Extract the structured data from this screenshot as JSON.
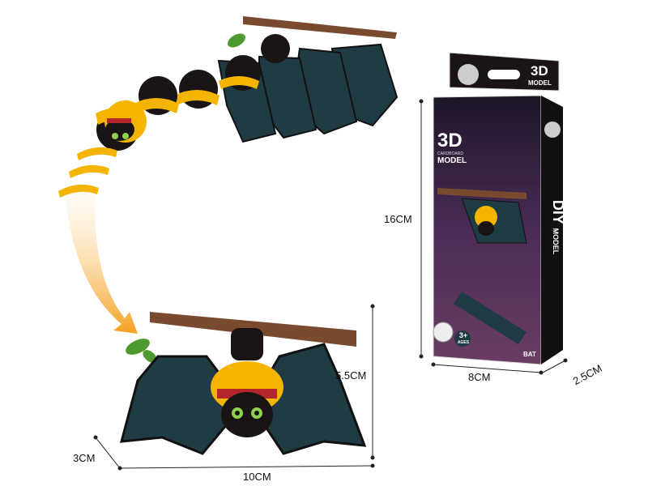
{
  "dimensions": {
    "box_height": "16CM",
    "box_width": "8CM",
    "box_depth": "2.5CM",
    "model_height": "5.5CM",
    "model_width": "10CM",
    "model_depth": "3CM"
  },
  "box": {
    "top_title": "3D",
    "top_subtitle": "MODEL",
    "front_title": "3D",
    "front_subtitle_small": "CARDBOARD",
    "front_subtitle": "MODEL",
    "side_title": "DIY",
    "side_subtitle": "MODEL",
    "age_badge": "3+",
    "age_label": "AGES",
    "product_name": "BAT"
  },
  "colors": {
    "wing": "#1f3c44",
    "body": "#1a1414",
    "cap": "#f4b400",
    "mouth": "#b3262a",
    "eye": "#8fd14f",
    "branch": "#7a4a2e",
    "leaf": "#4f9a2e",
    "swoosh": "#f4a020",
    "box_bg": "#3a2446"
  }
}
